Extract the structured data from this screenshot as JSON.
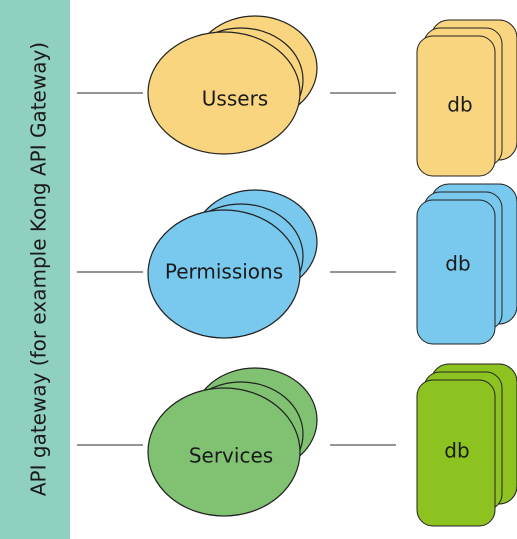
{
  "gateway": {
    "label": "API gateway (for example Kong API Gateway)",
    "color": "#8fd0c0"
  },
  "services": [
    {
      "name": "Ussers",
      "color": "#fad57f",
      "db_label": "db",
      "db_color": "#fad57f"
    },
    {
      "name": "Permissions",
      "color": "#78c9ed",
      "db_label": "db",
      "db_color": "#78c9ed"
    },
    {
      "name": "Services",
      "color": "#80c272",
      "db_label": "db",
      "db_color": "#8dc321"
    }
  ]
}
